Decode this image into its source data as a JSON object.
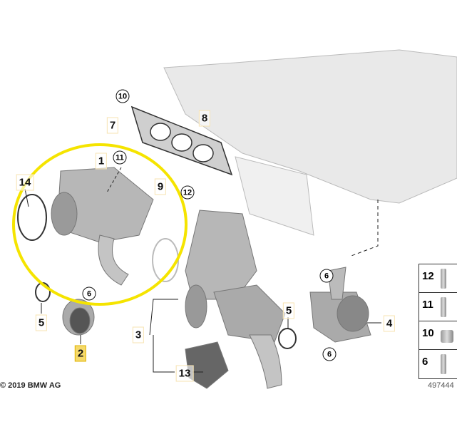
{
  "diagram": {
    "callouts": {
      "c10": "10",
      "c7": "7",
      "c8": "8",
      "c1": "1",
      "c11": "11",
      "c14": "14",
      "c9": "9",
      "c12": "12",
      "c6a": "6",
      "c5a": "5",
      "c2": "2",
      "c6b": "6",
      "c5b": "5",
      "c4": "4",
      "c3": "3",
      "c6c": "6",
      "c13": "13"
    },
    "legend": [
      "12",
      "11",
      "10",
      "6"
    ],
    "copyright": "© 2019 BMW AG",
    "diagram_id": "497444",
    "highlight_color": "#f5e400"
  }
}
